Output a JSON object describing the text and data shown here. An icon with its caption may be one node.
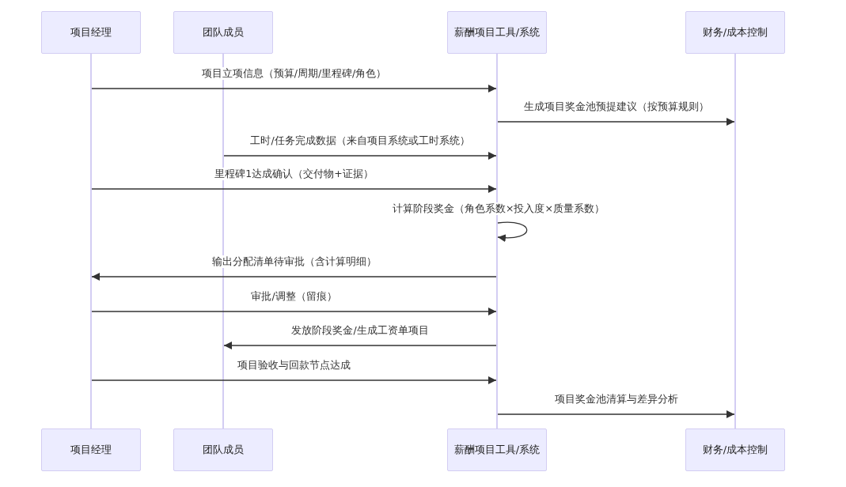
{
  "diagram": {
    "nodes": [
      {
        "text": [
          "项目经理"
        ]
      },
      {
        "text": [
          "团队成员"
        ]
      },
      {
        "text": [
          "薪酬项目工具/系统"
        ]
      },
      {
        "text": [
          "财务/成本控制"
        ]
      },
      {
        "text": [
          "项目经理"
        ]
      },
      {
        "text": [
          "团队成员"
        ]
      },
      {
        "text": [
          "薪酬项目工具/系统"
        ]
      },
      {
        "text": [
          "财务/成本控制"
        ]
      },
      {
        "text": [],
        "shape": "line"
      },
      {
        "text": [],
        "shape": "line"
      },
      {
        "text": [],
        "shape": "line"
      },
      {
        "text": [],
        "shape": "line"
      }
    ],
    "edges": [
      {
        "from": 8,
        "to": 10,
        "arrow": "to",
        "label": "项目立项信息（预算/周期/里程碑/角色）"
      },
      {
        "from": 10,
        "to": 11,
        "arrow": "to",
        "label": "生成项目奖金池预提建议（按预算规则）"
      },
      {
        "from": 9,
        "to": 10,
        "arrow": "to",
        "label": "工时/任务完成数据（来自项目系统或工时系统）"
      },
      {
        "from": 8,
        "to": 10,
        "arrow": "to",
        "label": "里程碑1达成确认（交付物+证据）"
      },
      {
        "from": 10,
        "to": 10,
        "arrow": "to",
        "label": "计算阶段奖金（角色系数×投入度×质量系数）"
      },
      {
        "from": 10,
        "to": 8,
        "arrow": "to",
        "label": "输出分配清单待审批（含计算明细）"
      },
      {
        "from": 8,
        "to": 10,
        "arrow": "to",
        "label": "审批/调整（留痕）"
      },
      {
        "from": 10,
        "to": 9,
        "arrow": "to",
        "label": "发放阶段奖金/生成工资单项目"
      },
      {
        "from": 8,
        "to": 10,
        "arrow": "to",
        "label": "项目验收与回款节点达成"
      },
      {
        "from": 10,
        "to": 11,
        "arrow": "to",
        "label": "项目奖金池清算与差异分析"
      }
    ]
  }
}
